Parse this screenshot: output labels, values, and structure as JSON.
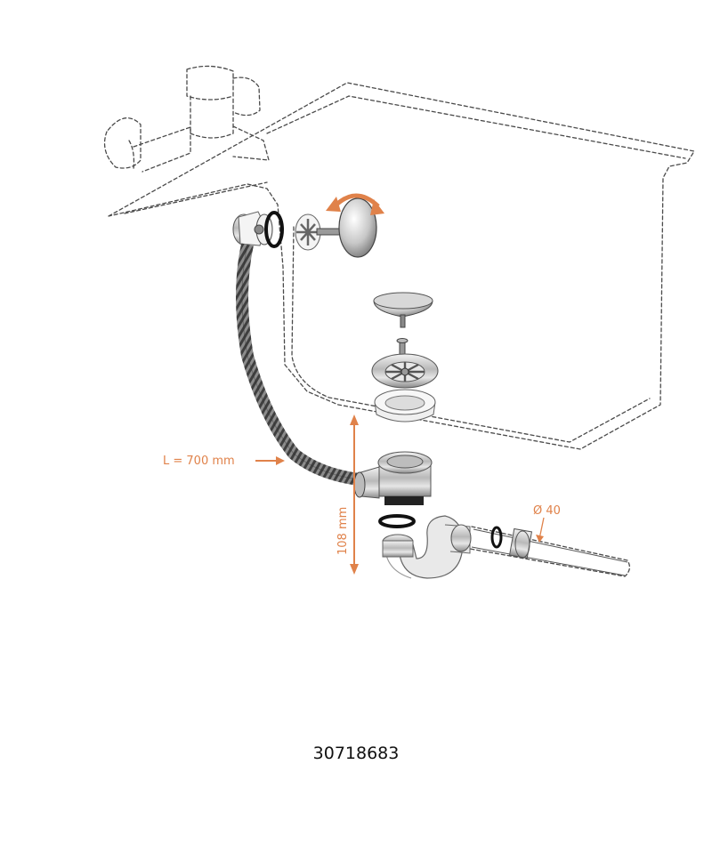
{
  "diagram": {
    "hose_length_label": "L = 700 mm",
    "height_label": "108 mm",
    "diameter_label": "Ø 40",
    "part_number": "30718683"
  },
  "colors": {
    "accent": "#e0824a",
    "outline": "#4a4a4a",
    "text": "#111111"
  }
}
